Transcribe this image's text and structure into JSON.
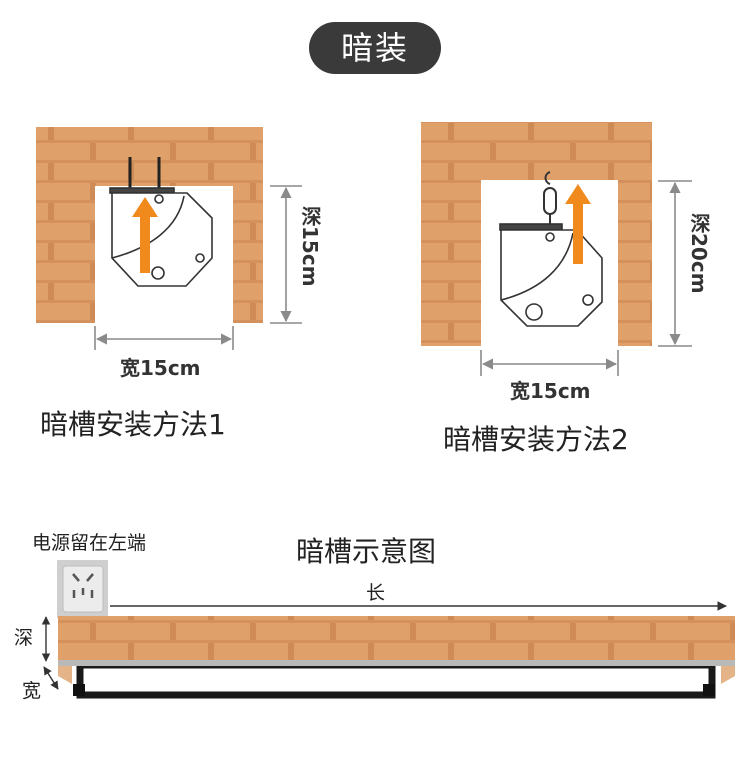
{
  "header": {
    "title": "暗装"
  },
  "method1": {
    "caption": "暗槽安装方法1",
    "width_label": "宽15cm",
    "depth_label": "深15cm"
  },
  "method2": {
    "caption": "暗槽安装方法2",
    "width_label": "宽15cm",
    "depth_label": "深20cm"
  },
  "schematic": {
    "title": "暗槽示意图",
    "power_note": "电源留在左端",
    "length_label": "长",
    "depth_label": "深",
    "width_label": "宽"
  },
  "colors": {
    "brick": "#dfa06a",
    "mortar": "#c9844e",
    "arrow": "#f08a1c",
    "dimension": "#8a8a8a"
  }
}
